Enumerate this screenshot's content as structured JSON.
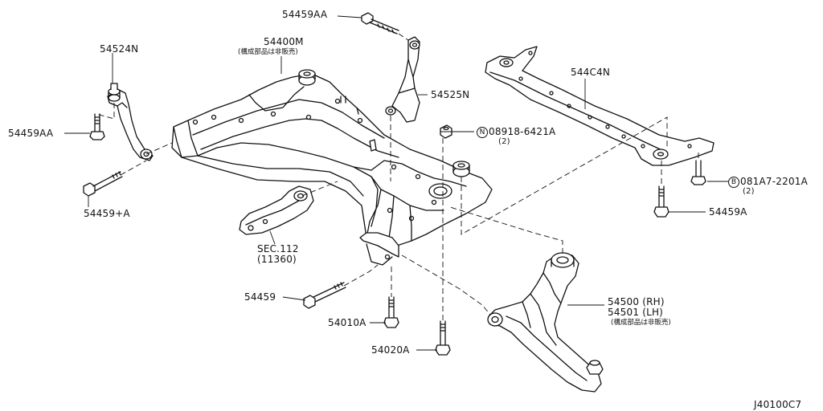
{
  "labels": {
    "p54459AA_top": "54459AA",
    "p54400M": "54400M",
    "p54400M_note": "(構成部品は非販売)",
    "p54524N": "54524N",
    "p54525N": "54525N",
    "p544C4N": "544C4N",
    "p54459AA_left": "54459AA",
    "p08918": "08918-6421A",
    "p08918_qty": "(2)",
    "p08918_prefix": "N",
    "p081A7": "081A7-2201A",
    "p081A7_qty": "(2)",
    "p081A7_prefix": "B",
    "p54459A": "54459A",
    "p54459plusA": "54459+A",
    "sec112": "SEC.112",
    "sec112_sub": "(11360)",
    "p54459": "54459",
    "p54500": "54500 (RH)",
    "p54501": "54501 (LH)",
    "p5450x_note": "(構成部品は非販売)",
    "p54010A": "54010A",
    "p54020A": "54020A",
    "diagram_id": "J40100C7"
  }
}
